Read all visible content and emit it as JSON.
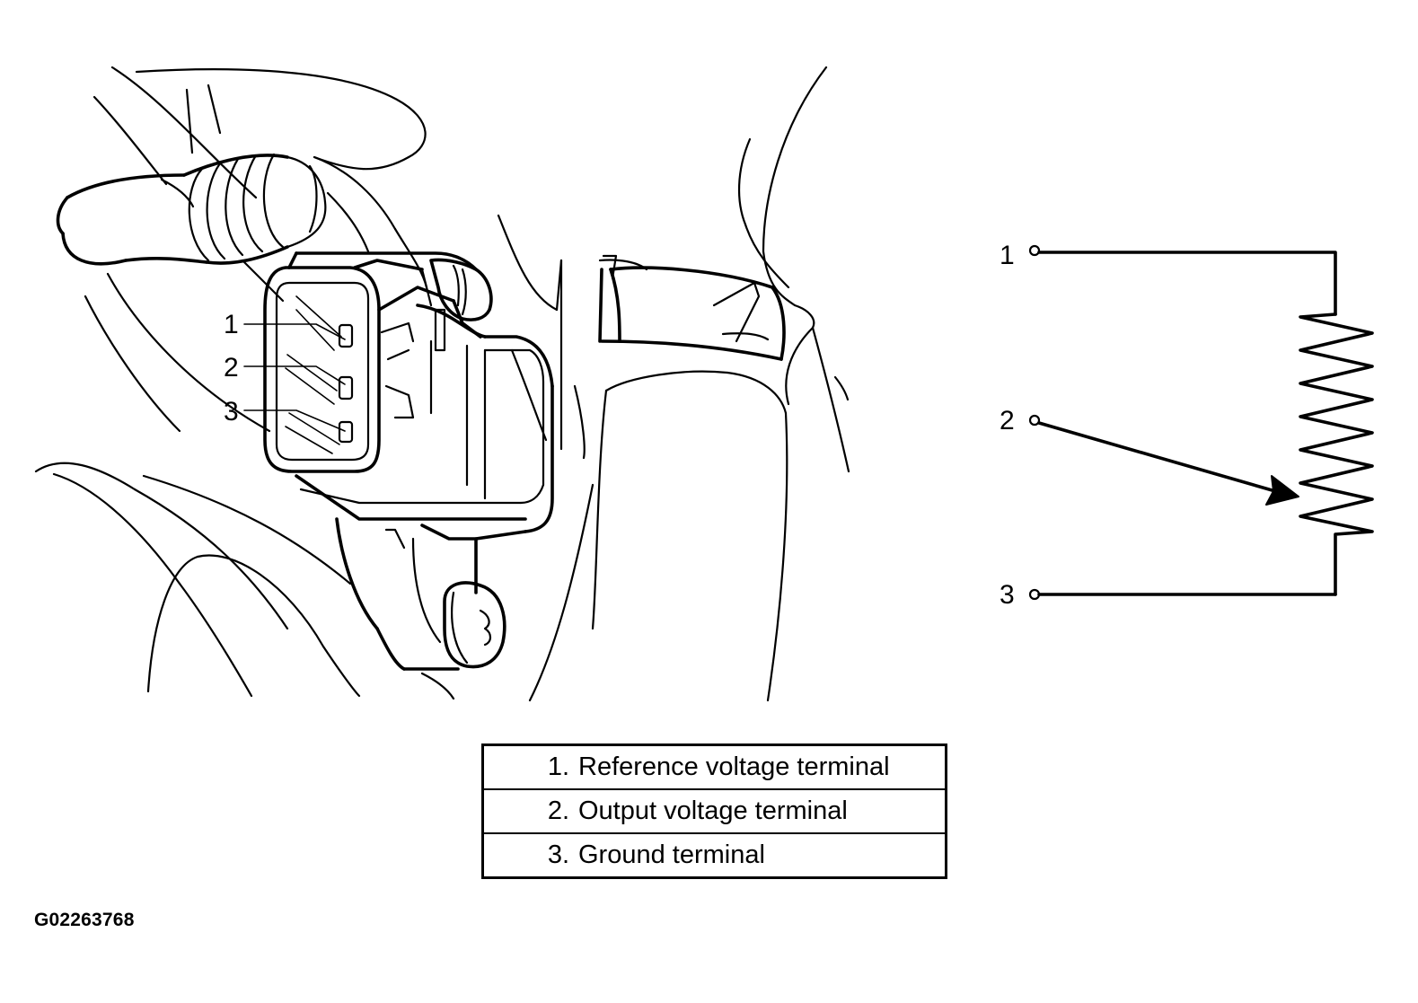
{
  "callouts": [
    "1",
    "2",
    "3"
  ],
  "schematic_terminals": [
    "1",
    "2",
    "3"
  ],
  "legend": [
    {
      "number": "1.",
      "description": "Reference voltage terminal"
    },
    {
      "number": "2.",
      "description": "Output voltage terminal"
    },
    {
      "number": "3.",
      "description": "Ground terminal"
    }
  ],
  "figure_id": "G02263768"
}
